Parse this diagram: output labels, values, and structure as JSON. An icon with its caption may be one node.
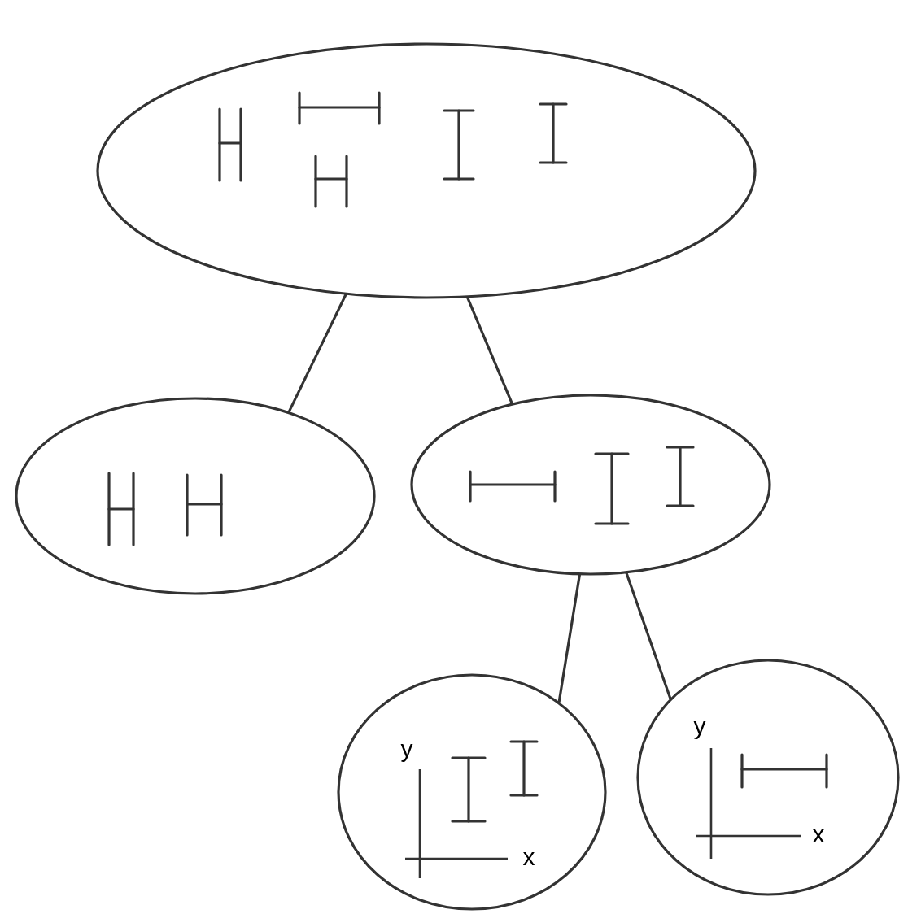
{
  "diagram": {
    "nodes": [
      {
        "text": [],
        "shape": "ellipse"
      },
      {
        "text": [],
        "shape": "ellipse"
      },
      {
        "text": [],
        "shape": "ellipse"
      },
      {
        "text": [
          "y",
          "x"
        ]
      },
      {
        "text": [
          "y",
          "x"
        ]
      }
    ],
    "edges": [
      {
        "from": 0,
        "to": 1,
        "arrow": "none"
      },
      {
        "from": 0,
        "to": 2,
        "arrow": "none"
      },
      {
        "from": 2,
        "to": 3,
        "arrow": "none"
      },
      {
        "from": 2,
        "to": 4,
        "arrow": "none"
      }
    ]
  }
}
